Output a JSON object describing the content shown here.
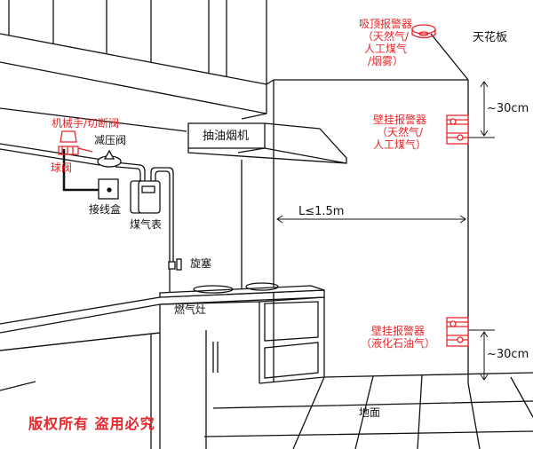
{
  "labels": {
    "ceiling_alarm": [
      "吸顶报警器",
      "（天然气/",
      "人工煤气",
      "/烟雾）"
    ],
    "ceiling": "天花板",
    "wall_alarm_top": [
      "壁挂报警器",
      "（天然气/",
      "人工煤气）"
    ],
    "distance_top": "~30cm",
    "range_hood": "抽油烟机",
    "horizontal_distance": "L≤1.5m",
    "manipulator_valve": "机械手/切断阀",
    "pressure_valve": "减压阀",
    "ball_valve": "球阀",
    "junction_box": "接线盒",
    "gas_meter": "煤气表",
    "plug_valve": "旋塞",
    "gas_stove": "燃气灶",
    "wall_alarm_bottom": [
      "壁挂报警器",
      "（液化石油气）"
    ],
    "distance_bottom": "~30cm",
    "floor": "地面"
  },
  "watermark": "版权所有  盗用必究",
  "colors": {
    "alarm": "#e8262a",
    "line": "#111111"
  }
}
